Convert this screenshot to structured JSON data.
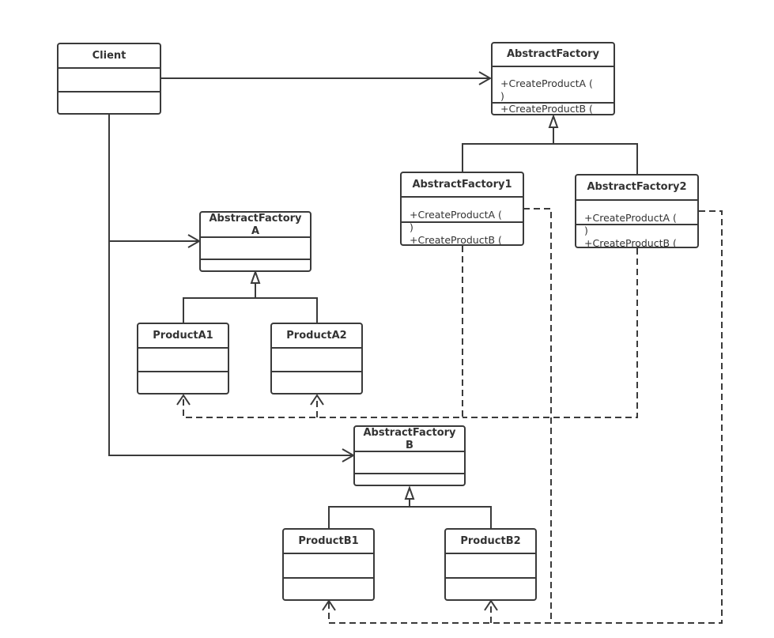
{
  "diagram": {
    "client": {
      "name": "Client"
    },
    "abstract_factory": {
      "name": "AbstractFactory",
      "op_a": "+CreateProductA (\n)",
      "op_b": "+CreateProductB (\n)"
    },
    "factory1": {
      "name": "AbstractFactory1",
      "op_a": "+CreateProductA (\n)",
      "op_b": "+CreateProductB (\n)"
    },
    "factory2": {
      "name": "AbstractFactory2",
      "op_a": "+CreateProductA (\n)",
      "op_b": "+CreateProductB (\n)"
    },
    "product_a": {
      "name": "AbstractFactory\nA"
    },
    "product_a1": {
      "name": "ProductA1"
    },
    "product_a2": {
      "name": "ProductA2"
    },
    "product_b": {
      "name": "AbstractFactory\nB"
    },
    "product_b1": {
      "name": "ProductB1"
    },
    "product_b2": {
      "name": "ProductB2"
    }
  },
  "colors": {
    "stroke": "#3a3a3a",
    "text": "#333333",
    "background": "#ffffff"
  }
}
